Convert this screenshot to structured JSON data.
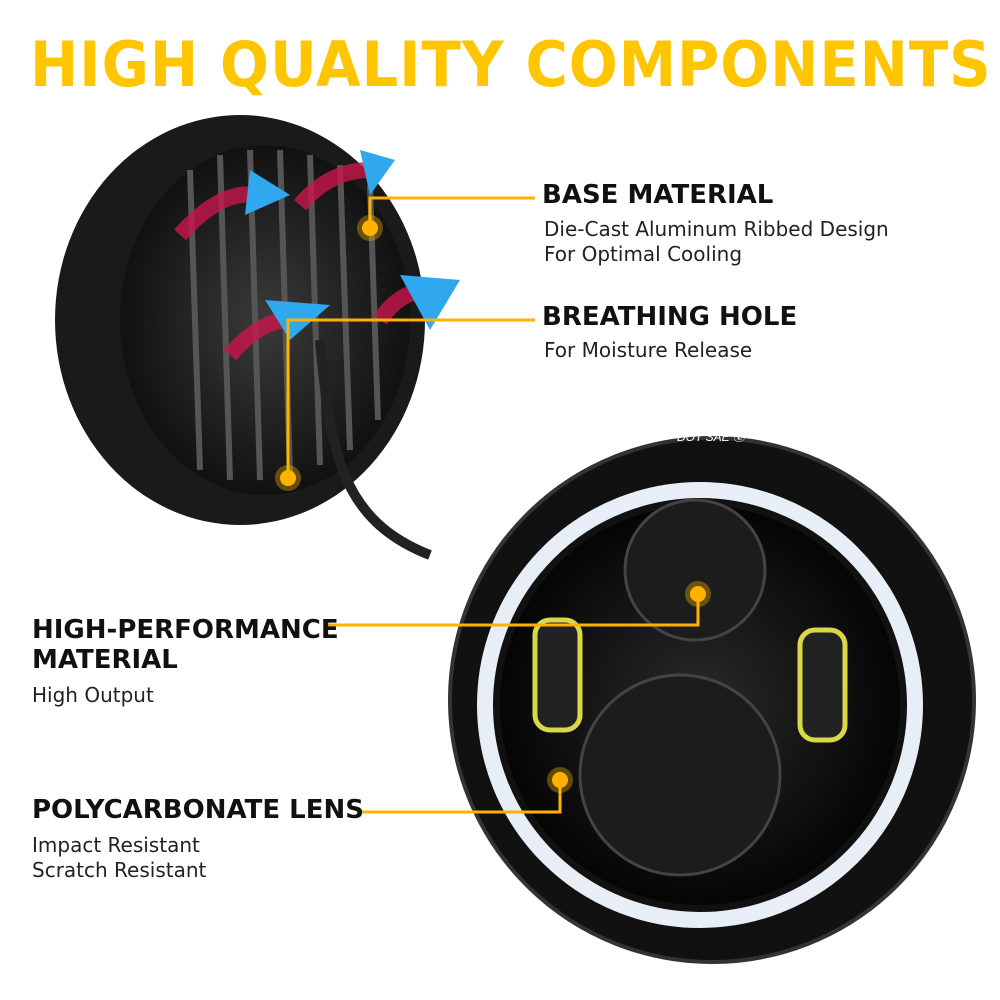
{
  "headline": "HIGH QUALITY COMPONENTS",
  "callouts": [
    {
      "title": "BASE MATERIAL",
      "lines": [
        "Die-Cast Aluminum Ribbed Design",
        "For Optimal Cooling"
      ]
    },
    {
      "title": "BREATHING HOLE",
      "lines": [
        "For Moisture Release"
      ]
    },
    {
      "title_lines": [
        "HIGH-PERFORMANCE",
        "MATERIAL"
      ],
      "lines": [
        "High Output"
      ]
    },
    {
      "title": "POLYCARBONATE LENS",
      "lines": [
        "Impact Resistant",
        "Scratch Resistant"
      ]
    }
  ],
  "lens_marking": "DOT SAE E",
  "colors": {
    "accent": "#FFC600",
    "callout_line": "#FFB300",
    "arrow_blue": "#2FA8F0",
    "arrow_red": "#C8164A"
  }
}
